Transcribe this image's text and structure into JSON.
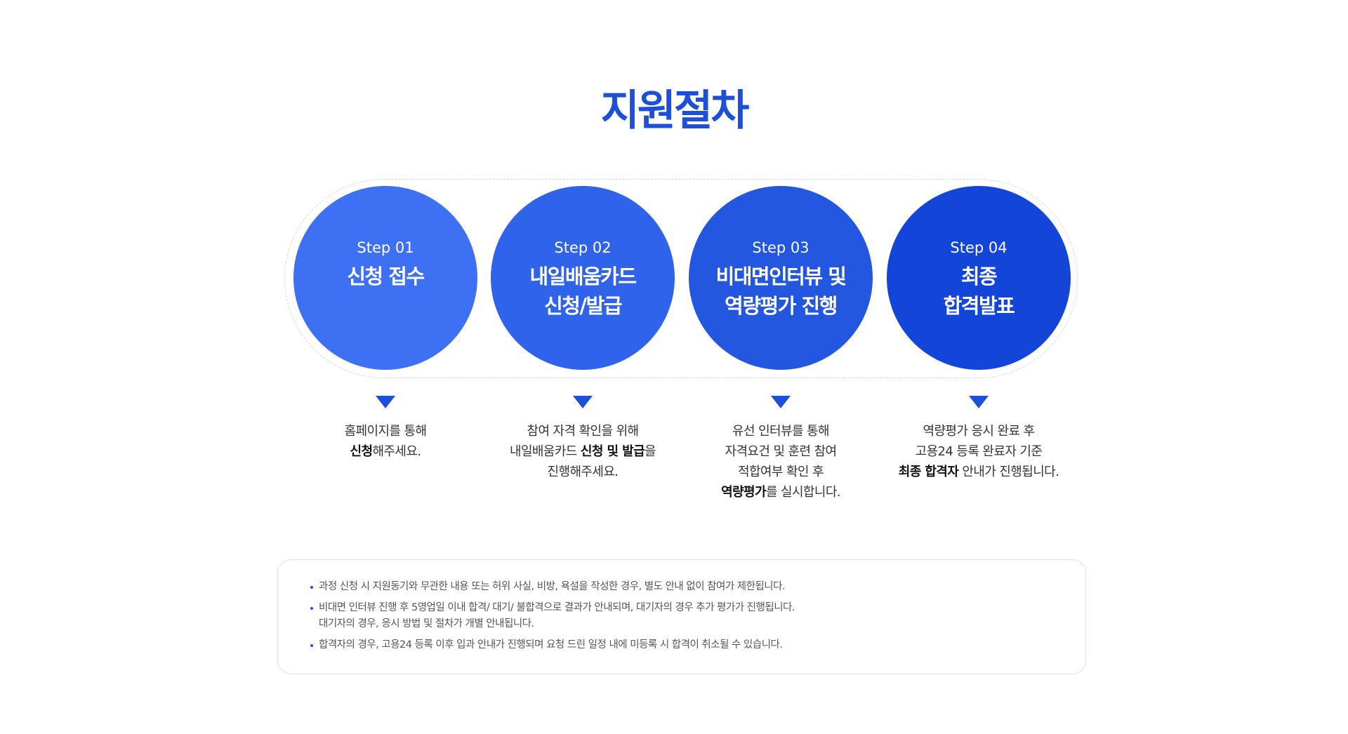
{
  "title": "지원절차",
  "steps": [
    {
      "step": "Step 01",
      "name": [
        "신청 접수"
      ],
      "desc": [
        [
          {
            "t": "홈페이지를 통해",
            "b": false
          }
        ],
        [
          {
            "t": "신청",
            "b": true
          },
          {
            "t": "해주세요.",
            "b": false
          }
        ]
      ]
    },
    {
      "step": "Step 02",
      "name": [
        "내일배움카드",
        "신청/발급"
      ],
      "desc": [
        [
          {
            "t": "참여 자격 확인을 위해",
            "b": false
          }
        ],
        [
          {
            "t": "내일배움카드 ",
            "b": false
          },
          {
            "t": "신청 및 발급",
            "b": true
          },
          {
            "t": "을",
            "b": false
          }
        ],
        [
          {
            "t": "진행해주세요.",
            "b": false
          }
        ]
      ]
    },
    {
      "step": "Step 03",
      "name": [
        "비대면인터뷰 및",
        "역량평가 진행"
      ],
      "desc": [
        [
          {
            "t": "유선 인터뷰를 통해",
            "b": false
          }
        ],
        [
          {
            "t": "자격요건 및 훈련 참여",
            "b": false
          }
        ],
        [
          {
            "t": "적합여부 확인 후",
            "b": false
          }
        ],
        [
          {
            "t": "역량평가",
            "b": true
          },
          {
            "t": "를 실시합니다.",
            "b": false
          }
        ]
      ]
    },
    {
      "step": "Step 04",
      "name": [
        "최종",
        "합격발표"
      ],
      "desc": [
        [
          {
            "t": "역량평가 응시 완료 후",
            "b": false
          }
        ],
        [
          {
            "t": "고용24 등록 완료자 기준",
            "b": false
          }
        ],
        [
          {
            "t": "최종 합격자",
            "b": true
          },
          {
            "t": " 안내가 진행됩니다.",
            "b": false
          }
        ]
      ]
    }
  ],
  "notices": [
    [
      "과정 신청 시 지원동기와 무관한 내용 또는 허위 사실, 비방, 욕설을 작성한 경우, 별도 안내 없이 참여가 제한됩니다."
    ],
    [
      "비대면 인터뷰  진행 후 5영업일 이내  합격/ 대기/ 불합격으로 결과가 안내되며, 대기자의 경우 추가 평가가 진행됩니다.",
      "대기자의 경우,  응시 방법 및 절차가 개별 안내됩니다."
    ],
    [
      "합격자의 경우, 고용24 등록 이후 입과 안내가 진행되며 요청 드린 일정 내에 미등록 시  합격이 취소될 수 있습니다."
    ]
  ]
}
